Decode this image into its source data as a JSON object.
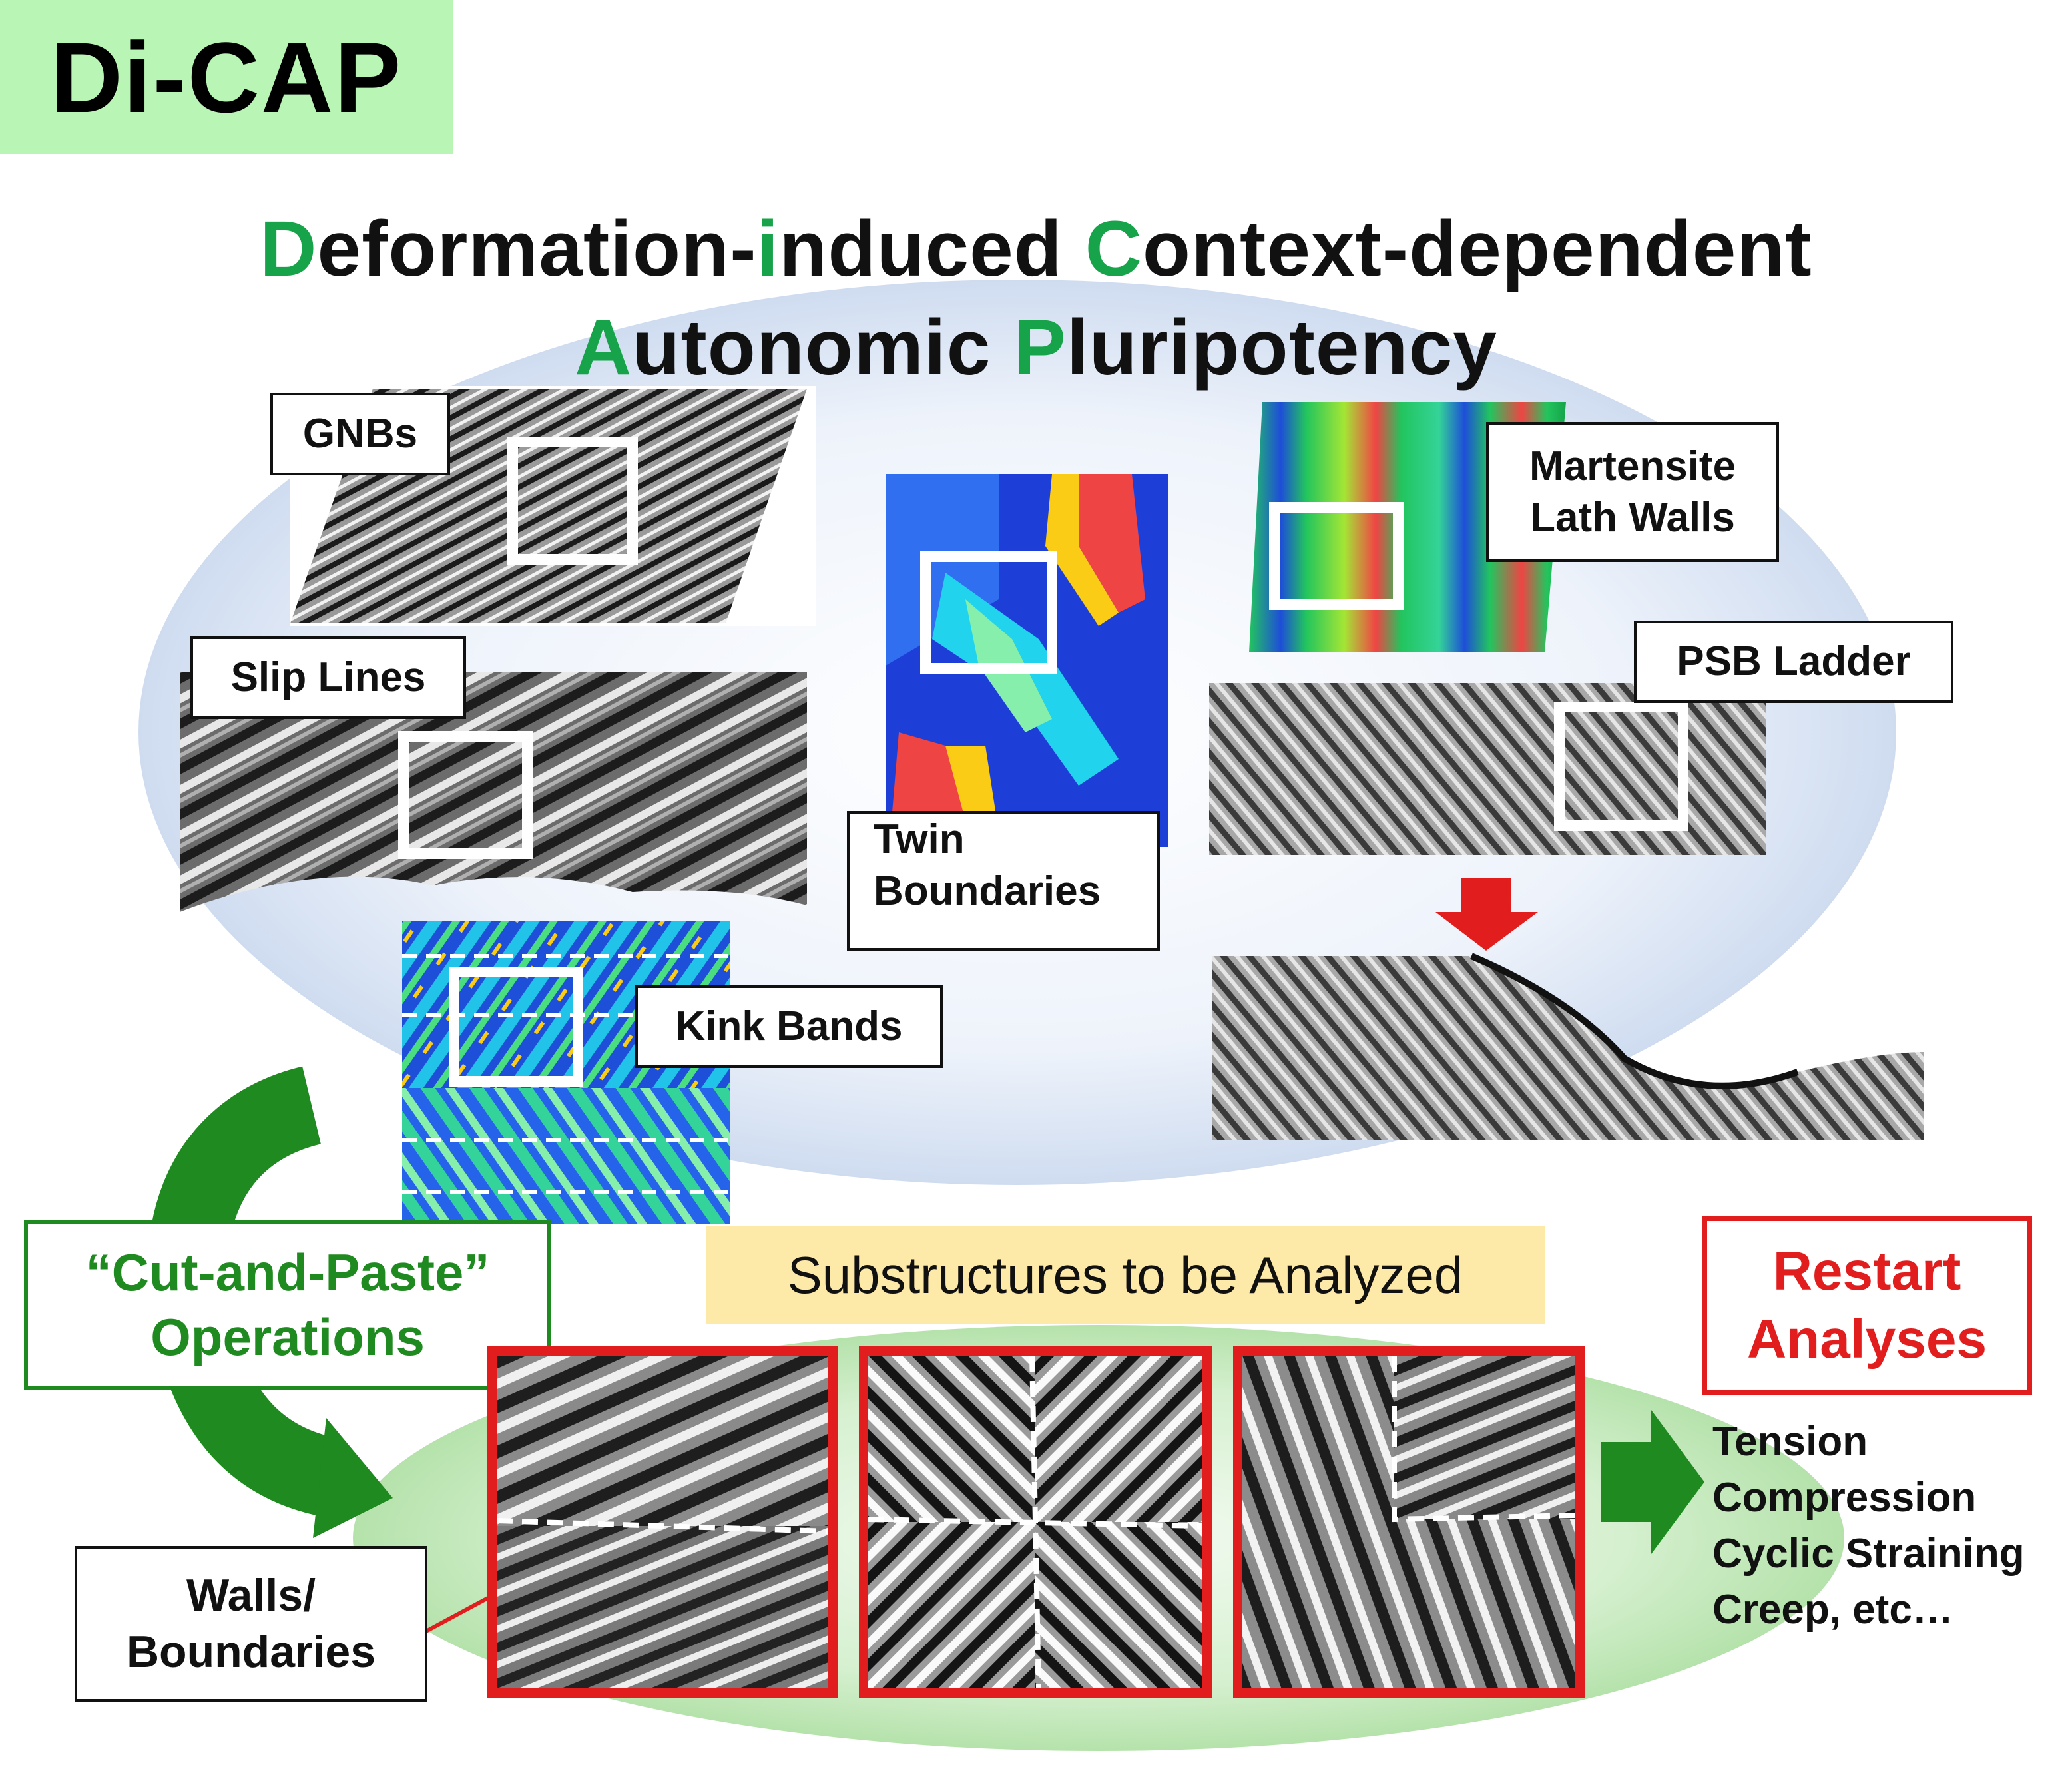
{
  "title": "Di-CAP",
  "subtitle": {
    "line1": [
      {
        "text": "D",
        "hl": true
      },
      {
        "text": "eformation-",
        "hl": false
      },
      {
        "text": "i",
        "hl": true
      },
      {
        "text": "nduced ",
        "hl": false
      },
      {
        "text": "C",
        "hl": true
      },
      {
        "text": "ontext-dependent",
        "hl": false
      }
    ],
    "line2": [
      {
        "text": "A",
        "hl": true
      },
      {
        "text": "utonomic ",
        "hl": false
      },
      {
        "text": "P",
        "hl": true
      },
      {
        "text": "luripotency",
        "hl": false
      }
    ]
  },
  "labels": {
    "gnbs": "GNBs",
    "slip_lines": "Slip Lines",
    "twin_1": "Twin",
    "twin_2": "Boundaries",
    "martensite_1": "Martensite",
    "martensite_2": "Lath Walls",
    "psb_ladder": "PSB Ladder",
    "kink_bands": "Kink Bands"
  },
  "cut_paste": {
    "line1": "“Cut-and-Paste”",
    "line2": "Operations"
  },
  "substructures": "Substructures to be Analyzed",
  "walls": {
    "line1": "Walls/",
    "line2": "Boundaries"
  },
  "restart": {
    "line1": "Restart",
    "line2": "Analyses"
  },
  "loads": [
    "Tension",
    "Compression",
    "Cyclic Straining",
    "Creep, etc…"
  ],
  "colors": {
    "accent_green": "#16a34a",
    "dark_green": "#1f8a1f",
    "title_bg": "#b9f5b5",
    "red": "#e11d1d",
    "banner_bg": "#fde9a8",
    "ellipse_blue": "#dbe7f7",
    "ellipse_green": "#cdeec6"
  }
}
